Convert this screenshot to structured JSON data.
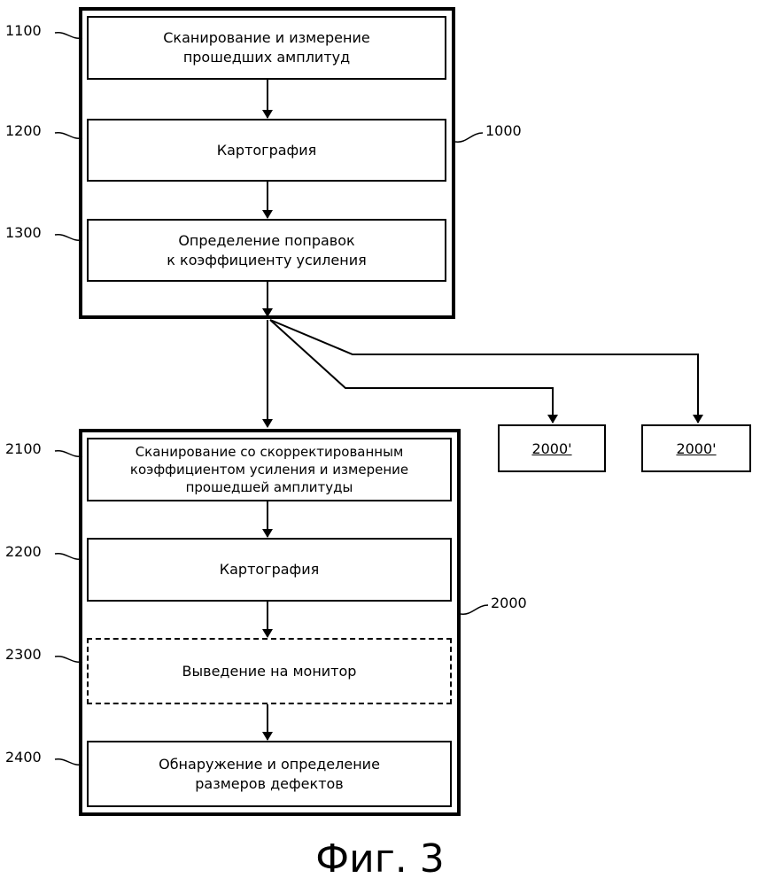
{
  "diagram": {
    "group1": {
      "ref": "1000",
      "steps": [
        {
          "ref": "1100",
          "text": "Сканирование и измерение\nпрошедших амплитуд"
        },
        {
          "ref": "1200",
          "text": "Картография"
        },
        {
          "ref": "1300",
          "text": "Определение поправок\nк коэффициенту усиления"
        }
      ]
    },
    "group2": {
      "ref": "2000",
      "steps": [
        {
          "ref": "2100",
          "text": "Сканирование со скорректированным\nкоэффициентом усиления и измерение\nпрошедшей амплитуды"
        },
        {
          "ref": "2200",
          "text": "Картография"
        },
        {
          "ref": "2300",
          "text": "Выведение на монитор",
          "dashed": true
        },
        {
          "ref": "2400",
          "text": "Обнаружение и определение\nразмеров дефектов"
        }
      ]
    },
    "branches": [
      {
        "label": "2000'"
      },
      {
        "label": "2000'"
      }
    ],
    "caption": "Фиг. 3"
  }
}
